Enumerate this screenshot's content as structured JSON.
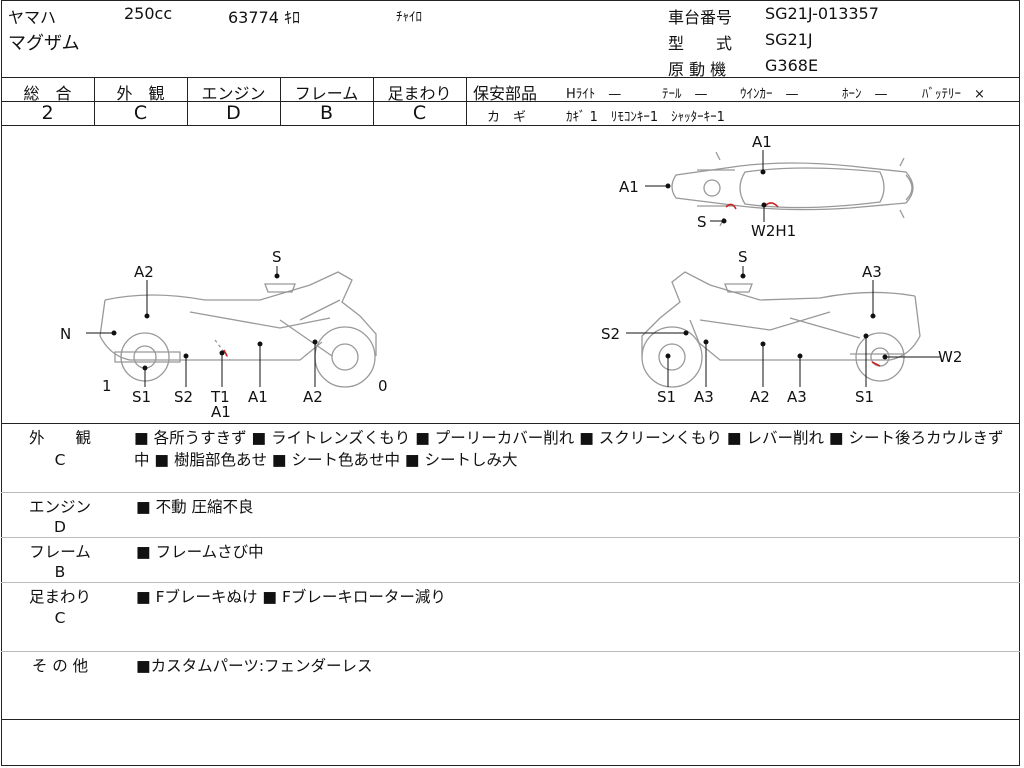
{
  "header": {
    "maker": "ヤマハ",
    "displacement": "250cc",
    "mileage": "63774 ｷﾛ",
    "color": "ﾁｬｲﾛ",
    "model_name": "マグザム",
    "frame_no_label": "車台番号",
    "frame_no": "SG21J-013357",
    "type_label": "型　　式",
    "type": "SG21J",
    "engine_label": "原 動 機",
    "engine": "G368E"
  },
  "grades": [
    {
      "label": "総　合",
      "value": "2"
    },
    {
      "label": "外　観",
      "value": "C"
    },
    {
      "label": "エンジン",
      "value": "D"
    },
    {
      "label": "フレーム",
      "value": "B"
    },
    {
      "label": "足まわり",
      "value": "C"
    }
  ],
  "safety_parts": {
    "label": "保安部品",
    "items": [
      "Hﾗｲﾄ　—",
      "ﾃｰﾙ　—",
      "ｳｲﾝｶｰ　—",
      "ﾎｰﾝ　—",
      "ﾊﾞｯﾃﾘｰ　×"
    ]
  },
  "keys": {
    "label": "カ　ギ",
    "value": "ｶｷﾞ 1　ﾘﾓｺﾝｷｰ1　ｼｬｯﾀｰｷｰ1"
  },
  "diagram_labels": {
    "top_view": [
      "A1",
      "A1",
      "S",
      "W2H1"
    ],
    "left_view": [
      "S",
      "A2",
      "N",
      "1",
      "S1",
      "S2",
      "T1",
      "A1",
      "A1",
      "A2",
      "0"
    ],
    "right_view": [
      "S",
      "A3",
      "S2",
      "W2",
      "S1",
      "A3",
      "A2",
      "A3",
      "S1"
    ]
  },
  "notes": [
    {
      "label": "外　　観",
      "grade": "C",
      "text": "■ 各所うすきず ■ ライトレンズくもり ■ プーリーカバー削れ ■ スクリーンくもり ■ レバー削れ ■ シート後ろカウルきず中 ■ 樹脂部色あせ ■ シート色あせ中 ■ シートしみ大"
    },
    {
      "label": "エンジン",
      "grade": "D",
      "text": "■ 不動 圧縮不良"
    },
    {
      "label": "フレーム",
      "grade": "B",
      "text": "■ フレームさび中"
    },
    {
      "label": "足まわり",
      "grade": "C",
      "text": "■ Fブレーキぬけ ■ Fブレーキローター減り"
    },
    {
      "label": "そ の 他",
      "grade": "",
      "text": "■カスタムパーツ:フェンダーレス"
    }
  ],
  "colors": {
    "line": "#222222",
    "damage_mark": "#cc2222",
    "sketch": "#999999"
  }
}
